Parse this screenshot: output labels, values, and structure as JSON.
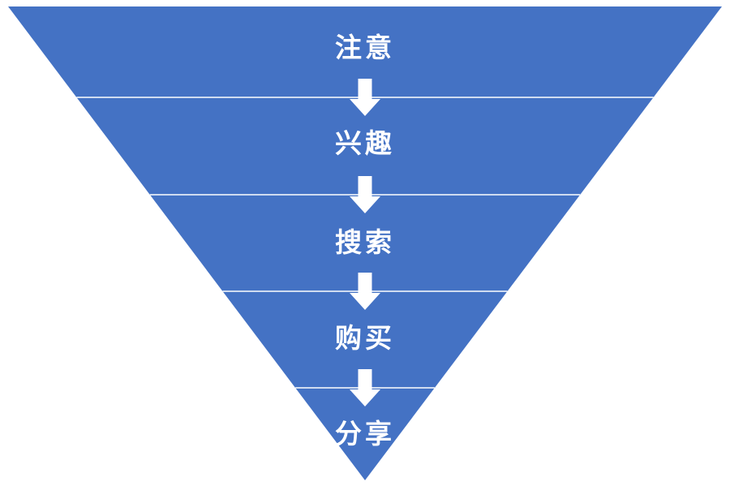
{
  "chart_data": {
    "type": "funnel",
    "shape": "inverted-triangle",
    "levels": [
      {
        "label": "注意"
      },
      {
        "label": "兴趣"
      },
      {
        "label": "搜索"
      },
      {
        "label": "购买"
      },
      {
        "label": "分享"
      }
    ],
    "connector": "down-block-arrow",
    "colors": {
      "fill": "#4472C4",
      "divider": "#FFFFFF",
      "arrow": "#FFFFFF",
      "text": "#FFFFFF",
      "background": "#FFFFFF"
    }
  }
}
